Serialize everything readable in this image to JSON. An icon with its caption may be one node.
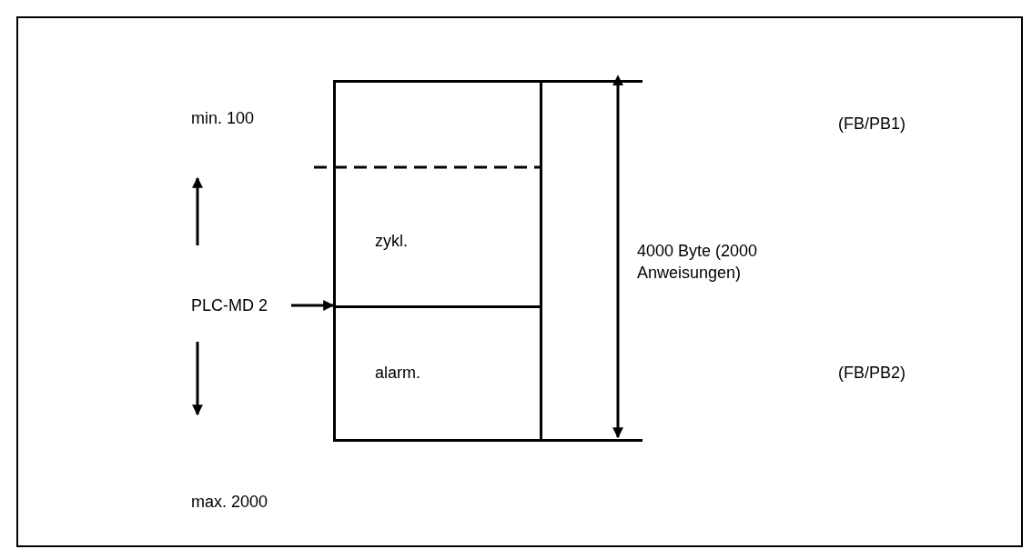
{
  "diagram": {
    "nodes": [
      {
        "text": [],
        "shape": "box"
      },
      {
        "text": [
          "zykl."
        ],
        "in": 0
      },
      {
        "text": [
          "alarm."
        ],
        "in": 0
      },
      {
        "text": [
          "PLC-MD 2"
        ]
      }
    ],
    "edges": [
      {
        "from": 3,
        "to": 0,
        "arrow": "to"
      }
    ],
    "labels": [
      "min. 100",
      "max. 2000",
      "4000 Byte (2000 Anweisungen)",
      "(FB/PB1)",
      "(FB/PB2)"
    ]
  }
}
